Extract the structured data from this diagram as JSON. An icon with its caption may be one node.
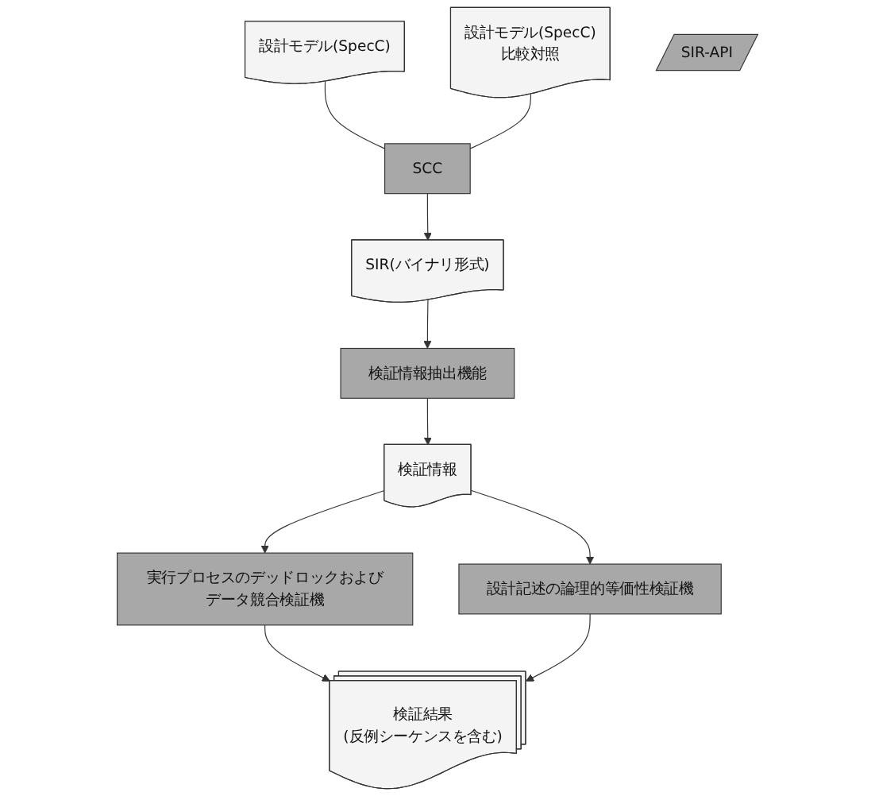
{
  "diagram": {
    "nodes": [
      {
        "text": [
          "設計モデル(SpecC)"
        ]
      },
      {
        "text": [
          "設計モデル(SpecC)",
          "比較対照"
        ]
      },
      {
        "text": [
          "SIR-API"
        ]
      },
      {
        "text": [
          "SCC"
        ]
      },
      {
        "text": [
          "SIR(バイナリ形式)"
        ]
      },
      {
        "text": [
          "検証情報抽出機能"
        ]
      },
      {
        "text": [
          "検証情報"
        ]
      },
      {
        "text": [
          "実行プロセスのデッドロックおよびデータ競合検証機"
        ]
      },
      {
        "text": [
          "設計記述の論理的等価性検証機"
        ]
      },
      {
        "text": [
          "検証結果",
          "(反例シーケンスを含む)"
        ]
      }
    ],
    "edges": [
      {
        "from": 0,
        "to": 3,
        "arrow": "none"
      },
      {
        "from": 1,
        "to": 3,
        "arrow": "none"
      },
      {
        "from": 3,
        "to": 4,
        "arrow": "to"
      },
      {
        "from": 4,
        "to": 5,
        "arrow": "to"
      },
      {
        "from": 5,
        "to": 6,
        "arrow": "to"
      },
      {
        "from": 6,
        "to": 7,
        "arrow": "to"
      },
      {
        "from": 6,
        "to": 8,
        "arrow": "to"
      },
      {
        "from": 7,
        "to": 9,
        "arrow": "to"
      },
      {
        "from": 8,
        "to": 9,
        "arrow": "to"
      }
    ]
  }
}
